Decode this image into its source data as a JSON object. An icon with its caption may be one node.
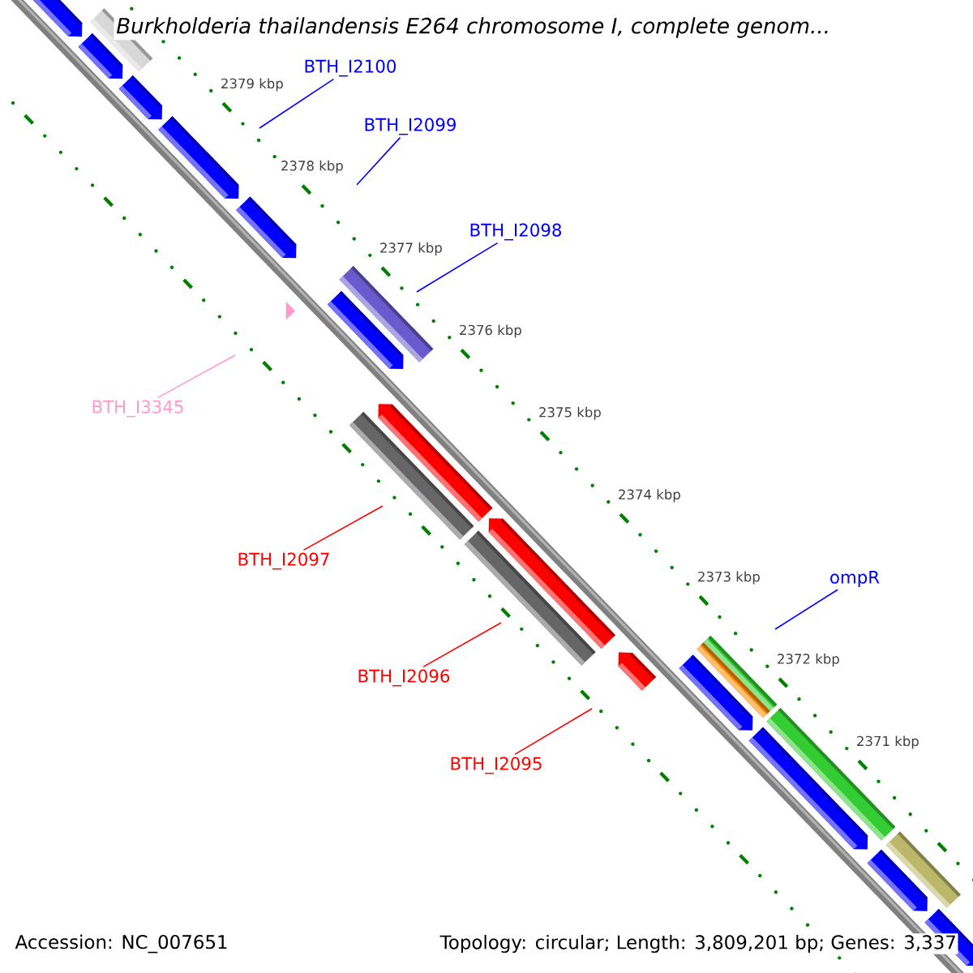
{
  "diagram": {
    "title": "Burkholderia thailandensis E264 chromosome I, complete genom...",
    "nodes": [
      {
        "text": [
          "BTH_I2100"
        ]
      },
      {
        "text": [
          "BTH_I2099"
        ]
      },
      {
        "text": [
          "BTH_I2098"
        ]
      },
      {
        "text": [
          "BTH_I3345"
        ]
      },
      {
        "text": [
          "BTH_I2097"
        ]
      },
      {
        "text": [
          "ompR"
        ]
      },
      {
        "text": [
          "BTH_I2096"
        ]
      },
      {
        "text": [
          "BTH_I2095"
        ]
      }
    ],
    "edges": [
      {
        "from": 0,
        "to": null,
        "arrow": "none"
      },
      {
        "from": 1,
        "to": null,
        "arrow": "none"
      },
      {
        "from": 2,
        "to": null,
        "arrow": "none"
      },
      {
        "from": 3,
        "to": null,
        "arrow": "none",
        "color": "#ff99cc"
      },
      {
        "from": 4,
        "to": null,
        "arrow": "none",
        "color": "#ff0000"
      },
      {
        "from": 5,
        "to": null,
        "arrow": "none"
      },
      {
        "from": 6,
        "to": null,
        "arrow": "none",
        "color": "#ff0000"
      },
      {
        "from": 7,
        "to": null,
        "arrow": "none",
        "color": "#ff0000"
      }
    ],
    "labels": [
      "2379 kbp",
      "2378 kbp",
      "2377 kbp",
      "2376 kbp",
      "2375 kbp",
      "2374 kbp",
      "2373 kbp",
      "2372 kbp",
      "2371 kbp",
      "Accession: NC_007651",
      "Topology: circular; Length: 3,809,201 bp; Genes: 3,337"
    ]
  }
}
